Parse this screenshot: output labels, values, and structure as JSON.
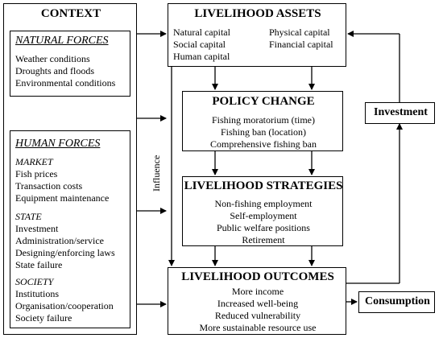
{
  "context": {
    "title": "CONTEXT",
    "natural": {
      "heading": "NATURAL FORCES",
      "items": [
        "Weather conditions",
        "Droughts and floods",
        "Environmental conditions"
      ]
    },
    "human": {
      "heading": "HUMAN FORCES",
      "market": {
        "heading": "MARKET",
        "items": [
          "Fish prices",
          "Transaction costs",
          "Equipment maintenance"
        ]
      },
      "state": {
        "heading": "STATE",
        "items": [
          "Investment",
          "Administration/service",
          "Designing/enforcing laws",
          "State failure"
        ]
      },
      "society": {
        "heading": "SOCIETY",
        "items": [
          "Institutions",
          "Organisation/cooperation",
          "Society failure"
        ]
      }
    }
  },
  "assets": {
    "title": "LIVELIHOOD ASSETS",
    "left": [
      "Natural capital",
      "Social capital",
      "Human capital"
    ],
    "right": [
      "Physical capital",
      "Financial capital"
    ]
  },
  "policy": {
    "title": "POLICY CHANGE",
    "items": [
      "Fishing moratorium (time)",
      "Fishing ban (location)",
      "Comprehensive fishing ban"
    ]
  },
  "strategies": {
    "title": "LIVELIHOOD STRATEGIES",
    "items": [
      "Non-fishing employment",
      "Self-employment",
      "Public welfare positions",
      "Retirement"
    ]
  },
  "outcomes": {
    "title": "LIVELIHOOD OUTCOMES",
    "items": [
      "More income",
      "Increased well-being",
      "Reduced vulnerability",
      "More sustainable resource use"
    ]
  },
  "investment": {
    "label": "Investment"
  },
  "consumption": {
    "label": "Consumption"
  },
  "influence": {
    "label": "Influence"
  }
}
